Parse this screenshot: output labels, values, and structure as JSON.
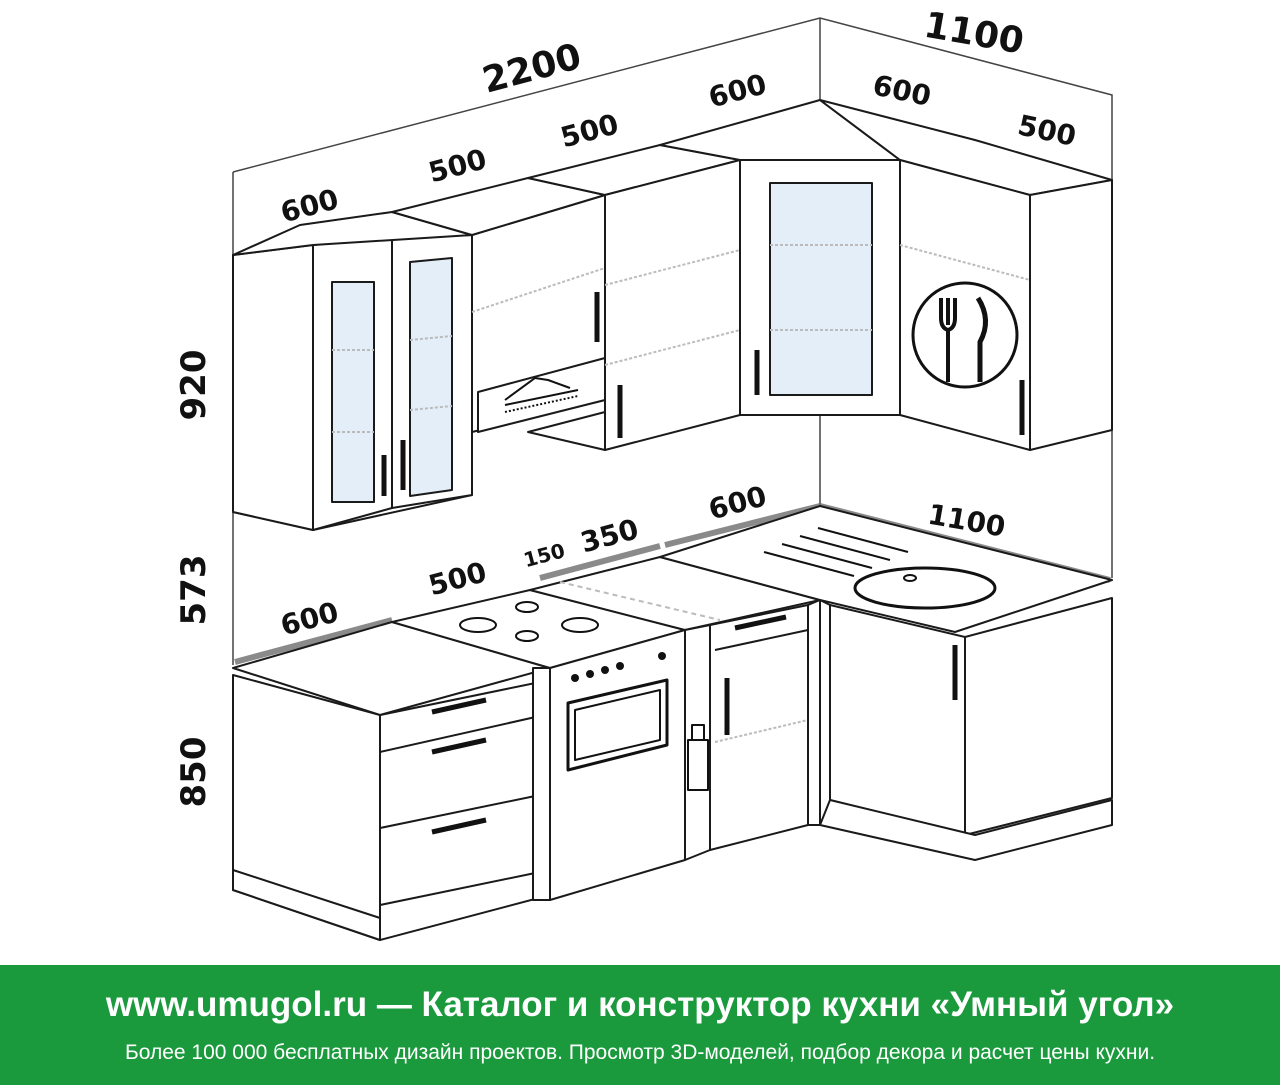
{
  "dimensions": {
    "total_straight": "2200",
    "total_corner": "1100",
    "upper": [
      "600",
      "500",
      "500",
      "600",
      "600",
      "500"
    ],
    "lower": [
      "600",
      "500",
      "150",
      "350",
      "600",
      "1100"
    ],
    "height_upper": "920",
    "height_apron": "573",
    "height_lower": "850"
  },
  "banner": {
    "title": "www.umugol.ru — Каталог и конструктор кухни «Умный угол»",
    "subtitle": "Более 100 000 бесплатных дизайн проектов. Просмотр 3D-моделей, подбор декора и расчет цены кухни."
  },
  "colors": {
    "banner": "#1a9a3d",
    "line": "#1a1a1a",
    "glass": "#e4eef9",
    "countertop_edge": "#8a8a8a"
  },
  "icons": [
    "plate-fork-knife-icon",
    "range-hood-icon",
    "gas-burner-icon",
    "oven-icon"
  ]
}
